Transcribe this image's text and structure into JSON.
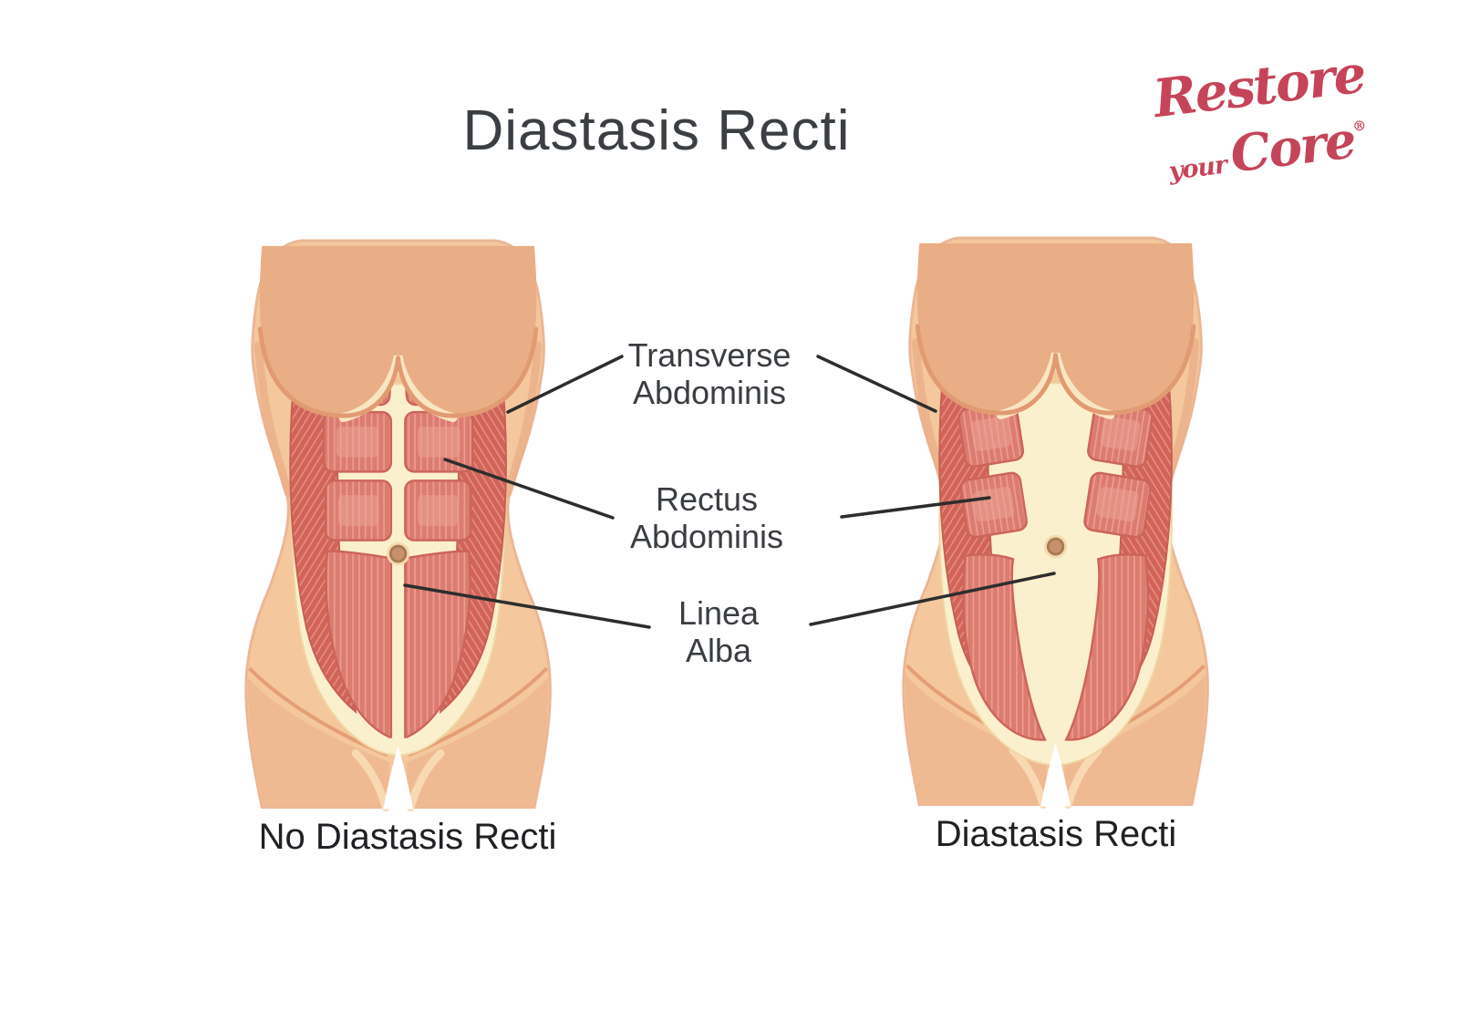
{
  "page": {
    "title": "Diastasis Recti",
    "background_color": "#ffffff",
    "title_color": "#3b3e42"
  },
  "logo": {
    "word1": "Restore",
    "word2": "your",
    "word3": "Core",
    "registered_mark": "®",
    "color": "#c64459"
  },
  "annotations": {
    "transverse_abdominis": {
      "line1": "Transverse",
      "line2": "Abdominis"
    },
    "rectus_abdominis": {
      "line1": "Rectus",
      "line2": "Abdominis"
    },
    "linea_alba": {
      "line1": "Linea",
      "line2": "Alba"
    }
  },
  "figures": {
    "left": {
      "caption": "No Diastasis Recti"
    },
    "right": {
      "caption": "Diastasis Recti"
    }
  },
  "colors": {
    "skin_base": "#f4c79d",
    "skin_chest": "#e9ae85",
    "skin_shade": "#eab089",
    "thigh_shade": "#efba92",
    "fascia_cream": "#fbf0cd",
    "rectus_muscle": "#dc7b70",
    "rectus_fiber": "#ec9e92",
    "oblique_muscle": "#d26358",
    "oblique_fiber": "#e38d81",
    "navel": "#c7916c",
    "leader_line": "#2d2d2d",
    "label_text": "#3a3d41"
  }
}
